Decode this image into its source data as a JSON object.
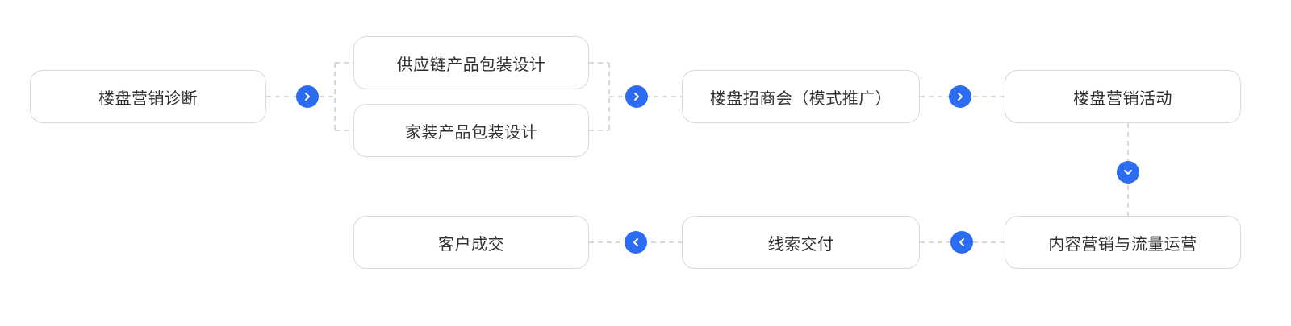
{
  "flow": {
    "nodes": [
      {
        "id": "property-marketing-diagnosis",
        "label": "楼盘营销诊断"
      },
      {
        "id": "supply-chain-product-packaging-design",
        "label": "供应链产品包装设计"
      },
      {
        "id": "home-improvement-product-packaging-design",
        "label": "家装产品包装设计"
      },
      {
        "id": "property-investment-conference",
        "label": "楼盘招商会（模式推广）"
      },
      {
        "id": "property-marketing-activity",
        "label": "楼盘营销活动"
      },
      {
        "id": "content-marketing-traffic-operation",
        "label": "内容营销与流量运营"
      },
      {
        "id": "lead-delivery",
        "label": "线索交付"
      },
      {
        "id": "customer-deal",
        "label": "客户成交"
      }
    ],
    "arrows": [
      {
        "id": "arrow-1",
        "direction": "right"
      },
      {
        "id": "arrow-2",
        "direction": "right"
      },
      {
        "id": "arrow-3",
        "direction": "right"
      },
      {
        "id": "arrow-4",
        "direction": "down"
      },
      {
        "id": "arrow-5",
        "direction": "left"
      },
      {
        "id": "arrow-6",
        "direction": "left"
      }
    ],
    "colors": {
      "arrow_circle": "#2c6cf2",
      "arrow_glyph": "#ffffff",
      "node_border": "#d9d9d9",
      "node_text": "#303133",
      "connector": "#cccccc",
      "background": "#ffffff"
    }
  }
}
